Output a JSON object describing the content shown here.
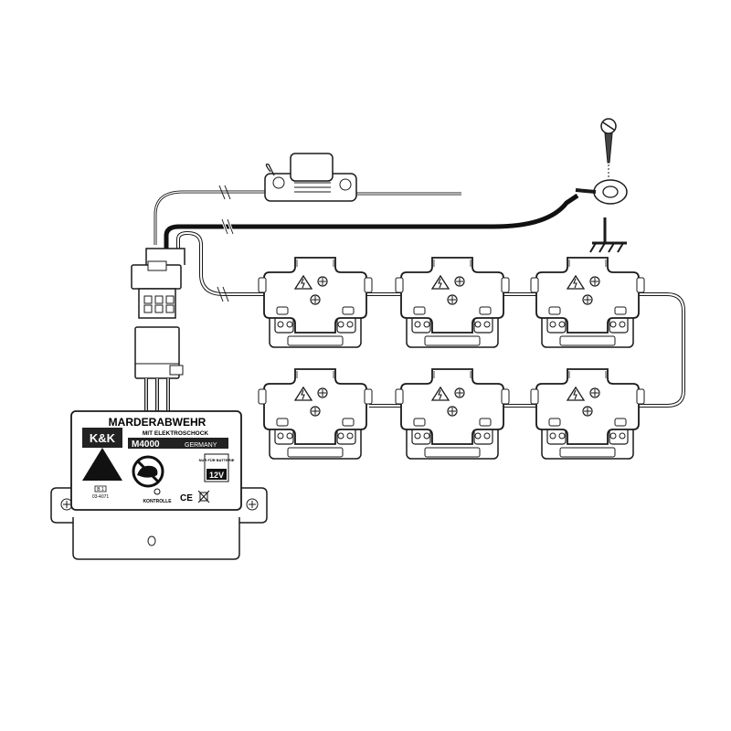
{
  "unit": {
    "title": "MARDERABWEHR",
    "subtitle": "MIT ELEKTROSCHOCK",
    "logo_text": "K&K",
    "model": "M4000",
    "origin": "GERMANY",
    "badge_top": "NUR FÜR BATTERIE",
    "voltage": "12V",
    "code_1": "B 1",
    "code_2": "03-4071",
    "indicator_label": "KONTROLLE",
    "ce_mark": "CE"
  },
  "colors": {
    "line": "#1a1a1a",
    "fill": "#ffffff",
    "cable": "#111111"
  },
  "plates": {
    "count": 6,
    "warning_glyph": "high-voltage-warning-icon"
  }
}
